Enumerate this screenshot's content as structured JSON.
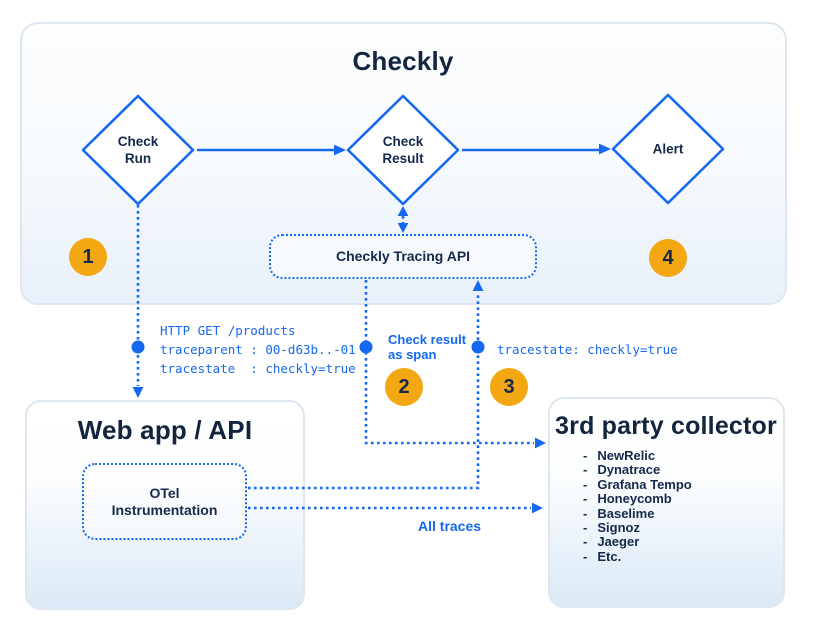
{
  "colors": {
    "accent_blue": "#1569f0",
    "badge_orange": "#f2a713",
    "text_navy": "#15294b",
    "panel_border": "#dde6f1",
    "panel_fill_bottom": "#dbe9f6"
  },
  "checkly_panel": {
    "title": "Checkly",
    "check_run_label": "Check\nRun",
    "check_result_label": "Check\nResult",
    "alert_label": "Alert",
    "tracing_api_label": "Checkly Tracing API"
  },
  "badges": {
    "step1": "1",
    "step2": "2",
    "step3": "3",
    "step4": "4"
  },
  "edge_labels": {
    "http_request": "HTTP GET /products\ntraceparent : 00-d63b..-01\ntracestate  : checkly=true",
    "check_result_as_span": "Check result\nas span",
    "tracestate": "tracestate: checkly=true",
    "all_traces": "All traces"
  },
  "webapp_panel": {
    "title": "Web app / API",
    "otel_label": "OTel\nInstrumentation"
  },
  "collector_panel": {
    "title": "3rd party collector",
    "items": [
      "NewRelic",
      "Dynatrace",
      "Grafana Tempo",
      "Honeycomb",
      "Baselime",
      "Signoz",
      "Jaeger",
      "Etc."
    ]
  }
}
